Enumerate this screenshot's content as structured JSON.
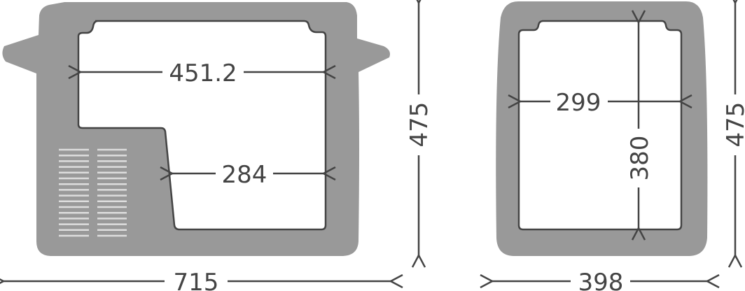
{
  "colors": {
    "body": "#999999",
    "outline": "#444444",
    "vent": "#dddddd"
  },
  "side_view": {
    "inner_width_top": "451.2",
    "inner_width_bottom": "284",
    "outer_width": "715",
    "outer_height": "475"
  },
  "front_view": {
    "inner_width": "299",
    "inner_height": "380",
    "outer_width": "398",
    "outer_height": "475"
  }
}
